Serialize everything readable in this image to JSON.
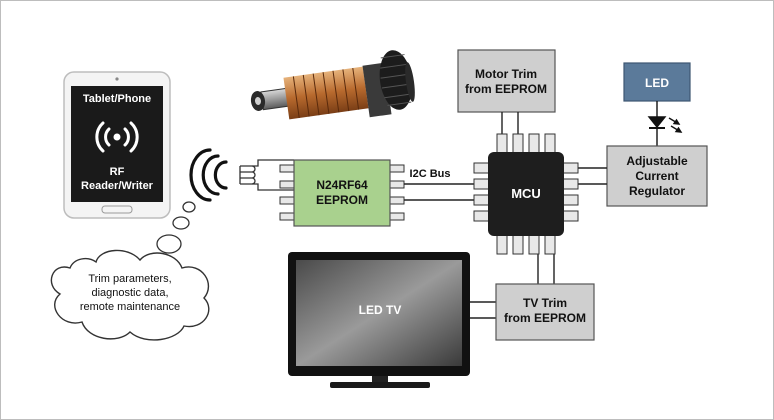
{
  "tablet": {
    "title": "Tablet/Phone",
    "line1": "RF",
    "line2": "Reader/Writer"
  },
  "cloud": {
    "line1": "Trim parameters,",
    "line2": "diagnostic data,",
    "line3": "remote maintenance"
  },
  "eeprom": {
    "line1": "N24RF64",
    "line2": "EEPROM"
  },
  "bus": {
    "label": "I2C Bus"
  },
  "mcu": {
    "label": "MCU"
  },
  "motor_trim": {
    "line1": "Motor Trim",
    "line2": "from EEPROM"
  },
  "led": {
    "label": "LED"
  },
  "regulator": {
    "line1": "Adjustable",
    "line2": "Current",
    "line3": "Regulator"
  },
  "tv": {
    "label": "LED TV"
  },
  "tv_trim": {
    "line1": "TV Trim",
    "line2": "from EEPROM"
  },
  "colors": {
    "eeprom_fill": "#a9d18e",
    "box_fill": "#cfcfcf",
    "led_fill": "#5b7a9a",
    "mcu_fill": "#1e1e1e",
    "line": "#222222"
  }
}
